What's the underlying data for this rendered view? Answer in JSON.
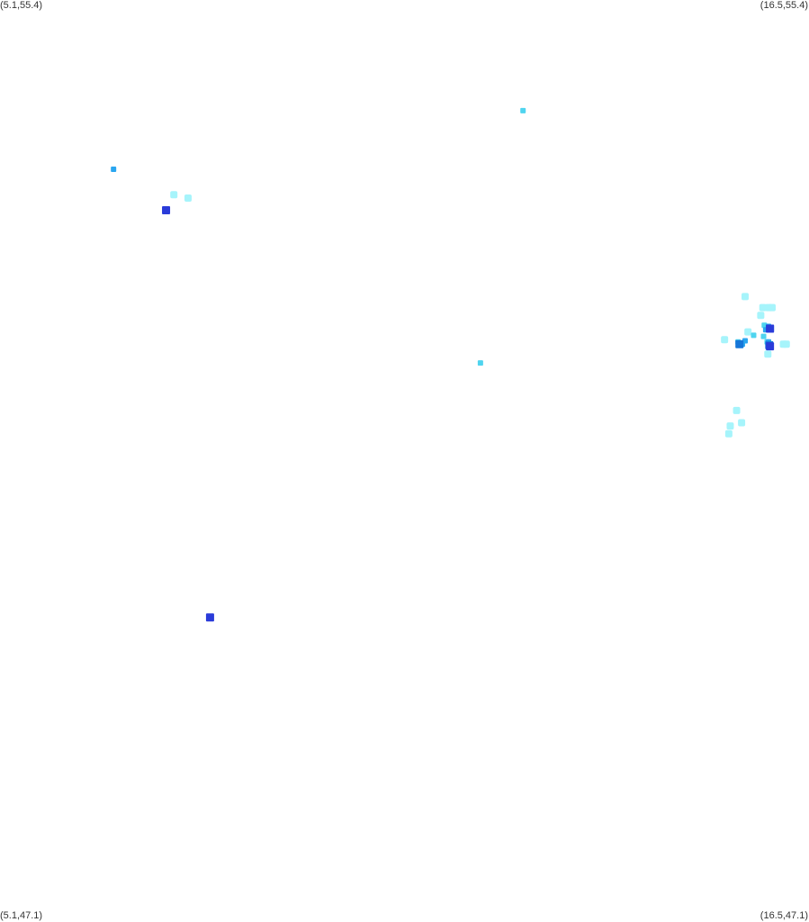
{
  "corners": {
    "top_left": "(5.1,55.4)",
    "top_right": "(16.5,55.4)",
    "bottom_left": "(5.1,47.1)",
    "bottom_right": "(16.5,47.1)"
  },
  "bounds": {
    "lon_min": 5.1,
    "lon_max": 16.5,
    "lat_min": 47.1,
    "lat_max": 55.4
  },
  "colors": {
    "background": "#ffffff",
    "level1": "#a6f4fb",
    "level2": "#4fd4ef",
    "level3": "#2aa6f0",
    "level4": "#1676d8",
    "level5": "#2a3bd9"
  },
  "points": [
    {
      "lon": 12.47,
      "lat": 54.4,
      "level": 2
    },
    {
      "lon": 6.7,
      "lat": 53.87,
      "level": 3
    },
    {
      "lon": 7.55,
      "lat": 53.64,
      "level": 1
    },
    {
      "lon": 7.75,
      "lat": 53.61,
      "level": 1
    },
    {
      "lon": 7.44,
      "lat": 53.5,
      "level": 5
    },
    {
      "lon": 11.87,
      "lat": 52.12,
      "level": 2
    },
    {
      "lon": 8.06,
      "lat": 49.82,
      "level": 5
    },
    {
      "lon": 15.37,
      "lat": 51.48,
      "level": 1
    },
    {
      "lon": 15.48,
      "lat": 51.69,
      "level": 1
    },
    {
      "lon": 15.6,
      "lat": 52.72,
      "level": 1
    },
    {
      "lon": 15.31,
      "lat": 52.33,
      "level": 1
    },
    {
      "lon": 15.55,
      "lat": 51.58,
      "level": 1
    },
    {
      "lon": 15.39,
      "lat": 51.55,
      "level": 1
    },
    {
      "lon": 15.85,
      "lat": 52.62,
      "level": 1
    },
    {
      "lon": 15.93,
      "lat": 52.62,
      "level": 1
    },
    {
      "lon": 15.98,
      "lat": 52.62,
      "level": 1
    },
    {
      "lon": 15.82,
      "lat": 52.55,
      "level": 1
    },
    {
      "lon": 16.14,
      "lat": 52.29,
      "level": 1
    },
    {
      "lon": 16.18,
      "lat": 52.29,
      "level": 1
    },
    {
      "lon": 15.92,
      "lat": 52.2,
      "level": 1
    },
    {
      "lon": 15.86,
      "lat": 52.36,
      "level": 2
    },
    {
      "lon": 15.72,
      "lat": 52.37,
      "level": 2
    },
    {
      "lon": 15.5,
      "lat": 52.31,
      "level": 2
    },
    {
      "lon": 15.56,
      "lat": 52.29,
      "level": 2
    },
    {
      "lon": 15.64,
      "lat": 52.4,
      "level": 1
    },
    {
      "lon": 15.9,
      "lat": 52.44,
      "level": 2
    },
    {
      "lon": 15.87,
      "lat": 52.46,
      "level": 2
    },
    {
      "lon": 15.91,
      "lat": 52.31,
      "level": 2
    },
    {
      "lon": 15.89,
      "lat": 52.42,
      "level": 3
    },
    {
      "lon": 15.93,
      "lat": 52.45,
      "level": 3
    },
    {
      "lon": 15.95,
      "lat": 52.43,
      "level": 4
    },
    {
      "lon": 15.93,
      "lat": 52.31,
      "level": 3
    },
    {
      "lon": 15.94,
      "lat": 52.28,
      "level": 4
    },
    {
      "lon": 15.56,
      "lat": 52.29,
      "level": 3
    },
    {
      "lon": 15.52,
      "lat": 52.29,
      "level": 4
    },
    {
      "lon": 15.6,
      "lat": 52.32,
      "level": 3
    },
    {
      "lon": 15.95,
      "lat": 52.27,
      "level": 5
    },
    {
      "lon": 15.95,
      "lat": 52.43,
      "level": 5
    }
  ]
}
